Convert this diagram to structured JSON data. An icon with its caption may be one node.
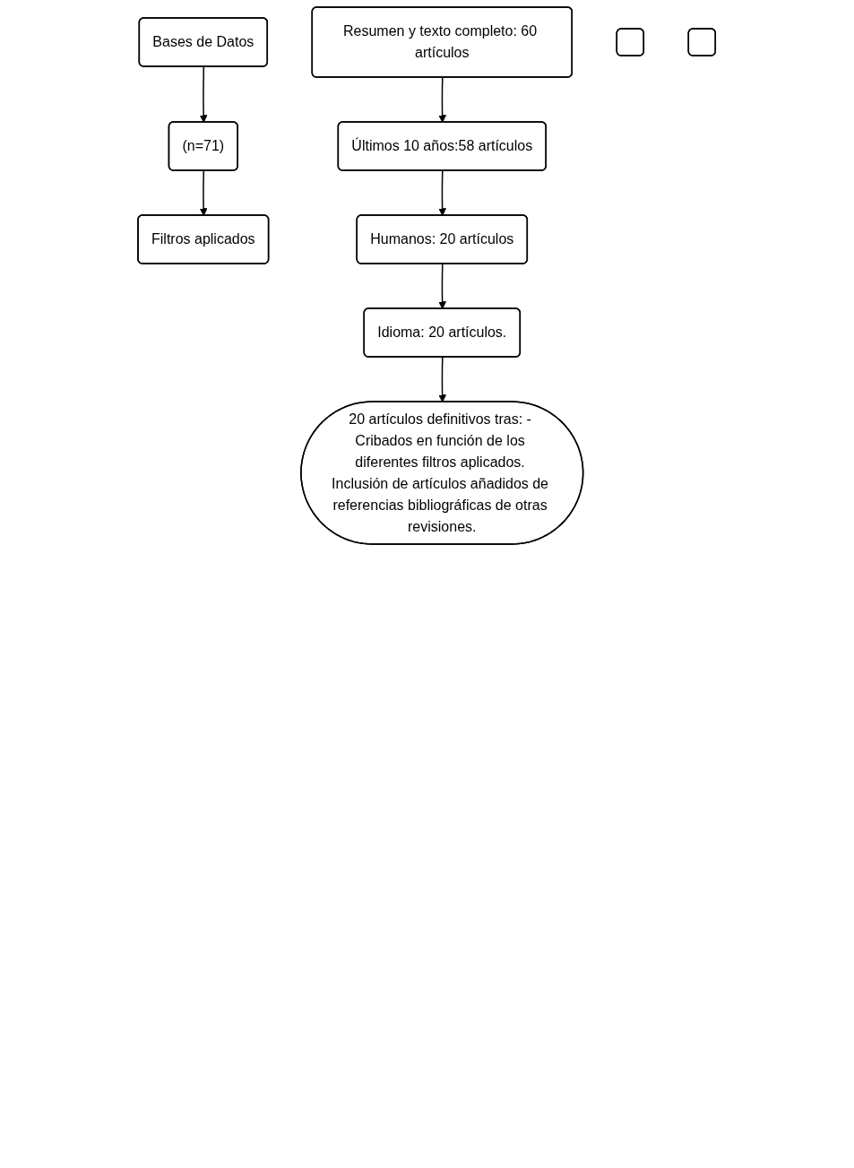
{
  "diagram": {
    "nodes": [
      {
        "text": [
          "Bases de Datos"
        ]
      },
      {
        "text": [
          "(n=71)"
        ]
      },
      {
        "text": [
          "Filtros aplicados"
        ]
      },
      {
        "text": [
          "Resumen y texto completo: 60 artículos"
        ]
      },
      {
        "text": [
          "Últimos 10 años:58 artículos"
        ]
      },
      {
        "text": [
          "Humanos: 20 artículos"
        ]
      },
      {
        "text": [
          "Idioma: 20 artículos."
        ]
      },
      {
        "text": [
          "20 artículos definitivos tras: - Cribados en función de los diferentes filtros aplicados. Inclusión de artículos añadidos de referencias bibliográficas de otras revisiones."
        ]
      },
      {
        "text": [],
        "shape": "box"
      },
      {
        "text": [],
        "shape": "box"
      }
    ],
    "edges": [
      {
        "from": 0,
        "to": 1,
        "arrow": "to"
      },
      {
        "from": 1,
        "to": 2,
        "arrow": "to"
      },
      {
        "from": 3,
        "to": 4,
        "arrow": "to"
      },
      {
        "from": 4,
        "to": 5,
        "arrow": "to"
      },
      {
        "from": 5,
        "to": 6,
        "arrow": "to"
      },
      {
        "from": 6,
        "to": 7,
        "arrow": "to"
      }
    ]
  }
}
